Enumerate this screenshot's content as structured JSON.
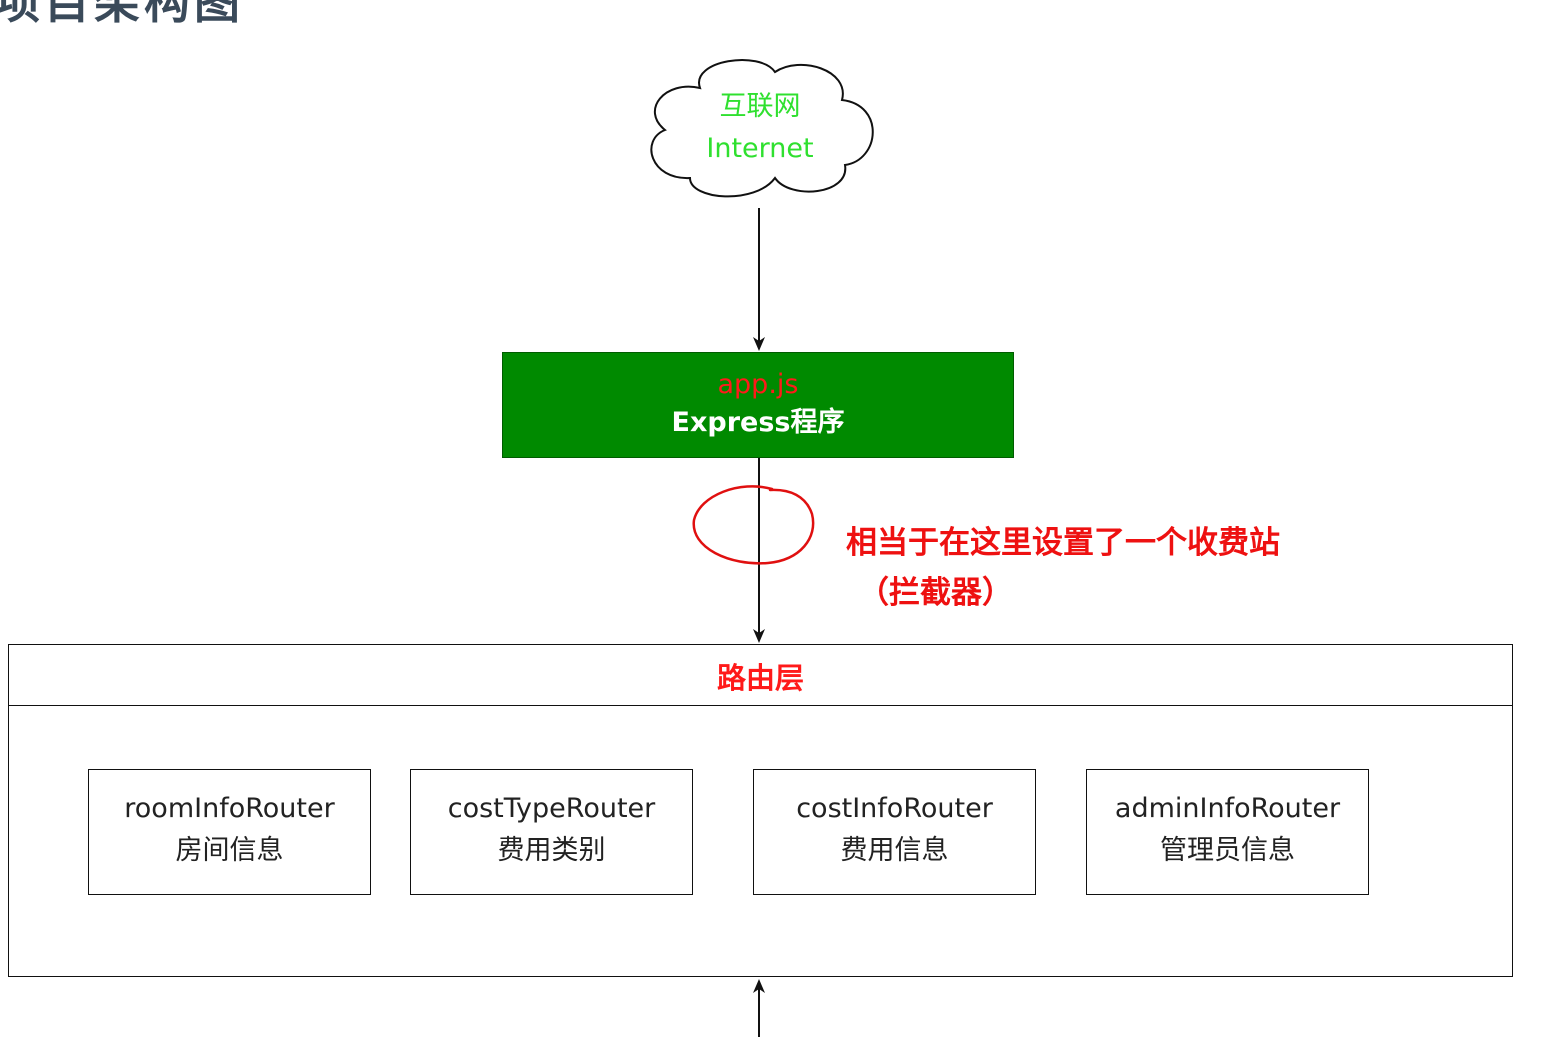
{
  "heading_fragment": "项目架构图",
  "internet": {
    "label_cn": "互联网",
    "label_en": "Internet"
  },
  "app": {
    "file": "app.js",
    "desc": "Express程序"
  },
  "annotation": {
    "line1": "相当于在这里设置了一个收费站",
    "line2": "（拦截器）"
  },
  "router_layer": {
    "title": "路由层",
    "routers": [
      {
        "name": "roomInfoRouter",
        "desc": "房间信息"
      },
      {
        "name": "costTypeRouter",
        "desc": "费用类别"
      },
      {
        "name": "costInfoRouter",
        "desc": "费用信息"
      },
      {
        "name": "adminInfoRouter",
        "desc": "管理员信息"
      }
    ]
  },
  "colors": {
    "internet_text": "#2fe02f",
    "app_fill": "#008a00",
    "app_file_text": "#ff1a1a",
    "annotation_text": "#ee1111",
    "layer_title": "#ff1a1a"
  }
}
